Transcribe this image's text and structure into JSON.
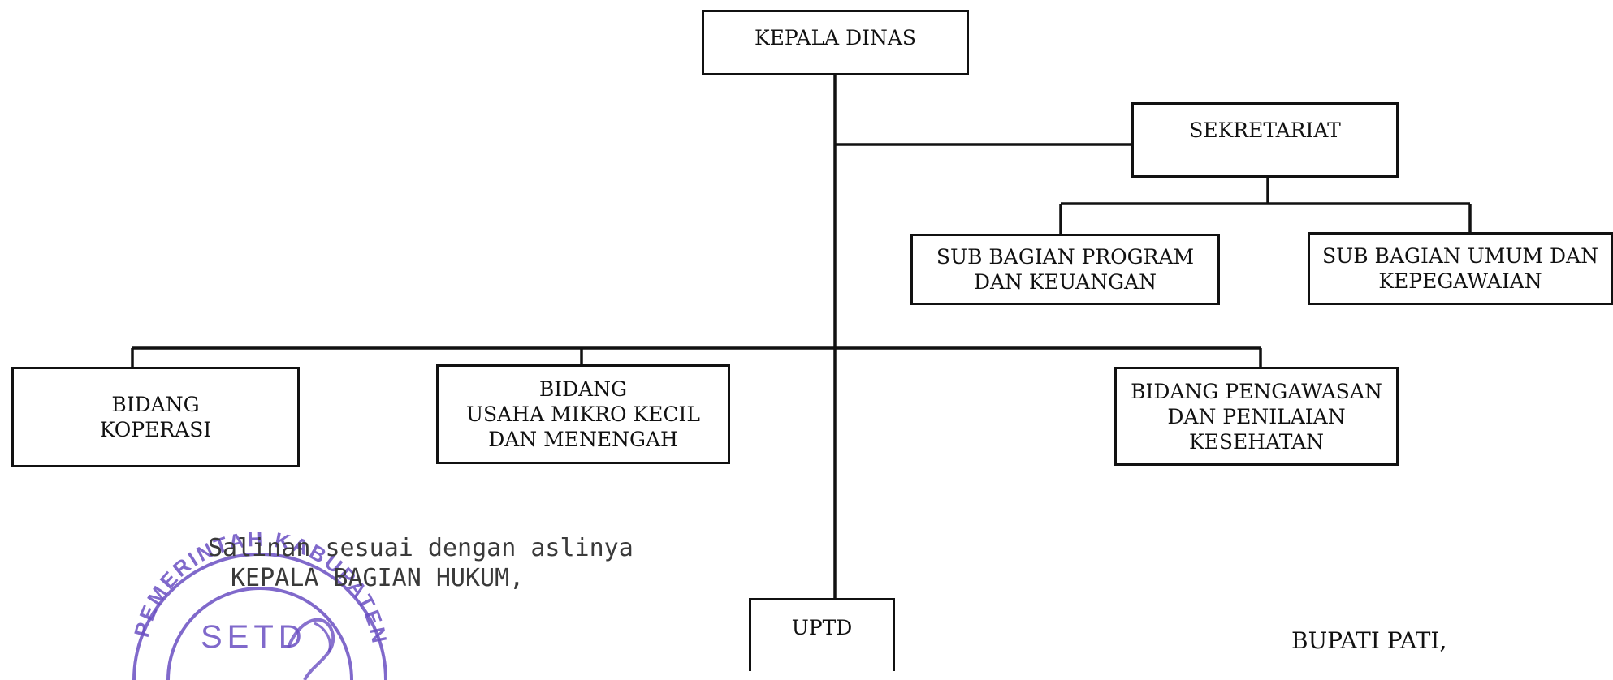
{
  "org_chart": {
    "kepala_dinas": "KEPALA DINAS",
    "sekretariat": "SEKRETARIAT",
    "sub_bagian_program": [
      "SUB BAGIAN PROGRAM",
      "DAN KEUANGAN"
    ],
    "sub_bagian_umum": [
      "SUB BAGIAN UMUM DAN",
      "KEPEGAWAIAN"
    ],
    "bidang_koperasi": [
      "BIDANG",
      "KOPERASI"
    ],
    "bidang_umkm": [
      "BIDANG",
      "USAHA MIKRO KECIL",
      "DAN MENENGAH"
    ],
    "bidang_pengawasan": [
      "BIDANG PENGAWASAN",
      "DAN PENILAIAN",
      "KESEHATAN"
    ],
    "uptd": "UPTD"
  },
  "footer": {
    "salinan_line1": "Salinan sesuai dengan aslinya",
    "salinan_line2": "KEPALA BAGIAN HUKUM,",
    "bupati": "BUPATI PATI,"
  },
  "stamp": {
    "ring_text": "PEMERINTAH KABUPATEN",
    "center_text": "SETD",
    "color": "#6a4fc2"
  },
  "colors": {
    "line": "#111111",
    "text": "#111111",
    "salinan_text": "#3a3a3a"
  }
}
